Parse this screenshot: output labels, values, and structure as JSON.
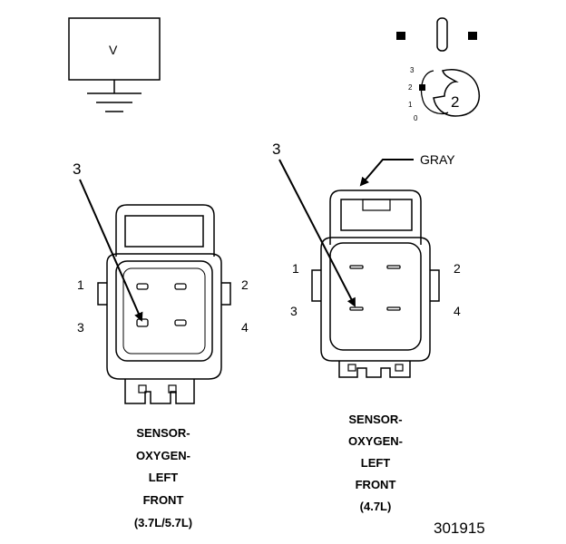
{
  "meter": {
    "label": "V"
  },
  "selector": {
    "label": "2",
    "scale": [
      "3",
      "2",
      "1",
      "0"
    ]
  },
  "left_connector": {
    "callout": "3",
    "pins": [
      "1",
      "2",
      "3",
      "4"
    ],
    "caption": [
      "SENSOR-",
      "OXYGEN-",
      "LEFT",
      "FRONT",
      "(3.7L/5.7L)"
    ]
  },
  "right_connector": {
    "callout": "3",
    "color_label": "GRAY",
    "pins": [
      "1",
      "2",
      "3",
      "4"
    ],
    "caption": [
      "SENSOR-",
      "OXYGEN-",
      "LEFT",
      "FRONT",
      "(4.7L)"
    ]
  },
  "figure_id": "301915"
}
